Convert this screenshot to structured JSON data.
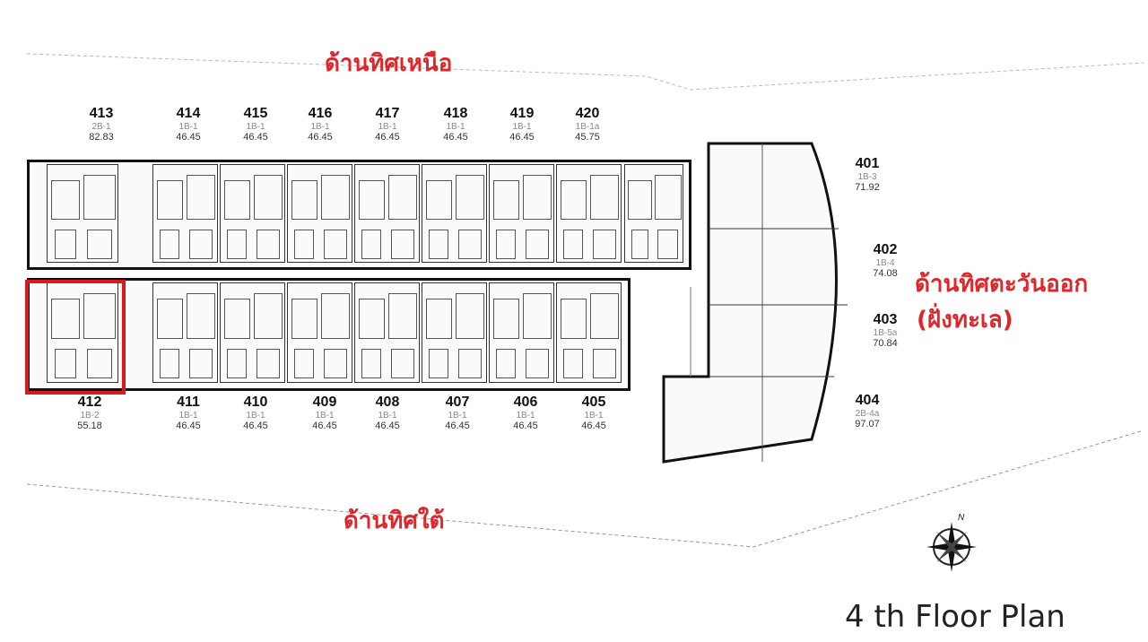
{
  "directions": {
    "north": "ด้านทิศเหนือ",
    "east": "ด้านทิศตะวันออก",
    "east_note": "(ฝั่งทะเล)",
    "south": "ด้านทิศใต้"
  },
  "title": "4 th Floor Plan",
  "compass_label": "N",
  "highlight_color": "#d9181f",
  "highlighted_unit": "412",
  "units_top": [
    {
      "no": "413",
      "type": "2B-1",
      "area": "82.83"
    },
    {
      "no": "414",
      "type": "1B-1",
      "area": "46.45"
    },
    {
      "no": "415",
      "type": "1B-1",
      "area": "46.45"
    },
    {
      "no": "416",
      "type": "1B-1",
      "area": "46.45"
    },
    {
      "no": "417",
      "type": "1B-1",
      "area": "46.45"
    },
    {
      "no": "418",
      "type": "1B-1",
      "area": "46.45"
    },
    {
      "no": "419",
      "type": "1B-1",
      "area": "46.45"
    },
    {
      "no": "420",
      "type": "1B-1a",
      "area": "45.75"
    }
  ],
  "units_bottom": [
    {
      "no": "412",
      "type": "1B-2",
      "area": "55.18"
    },
    {
      "no": "411",
      "type": "1B-1",
      "area": "46.45"
    },
    {
      "no": "410",
      "type": "1B-1",
      "area": "46.45"
    },
    {
      "no": "409",
      "type": "1B-1",
      "area": "46.45"
    },
    {
      "no": "408",
      "type": "1B-1",
      "area": "46.45"
    },
    {
      "no": "407",
      "type": "1B-1",
      "area": "46.45"
    },
    {
      "no": "406",
      "type": "1B-1",
      "area": "46.45"
    },
    {
      "no": "405",
      "type": "1B-1",
      "area": "46.45"
    }
  ],
  "units_east": [
    {
      "no": "401",
      "type": "1B-3",
      "area": "71.92"
    },
    {
      "no": "402",
      "type": "1B-4",
      "area": "74.08"
    },
    {
      "no": "403",
      "type": "1B-5a",
      "area": "70.84"
    },
    {
      "no": "404",
      "type": "2B-4a",
      "area": "97.07"
    }
  ]
}
